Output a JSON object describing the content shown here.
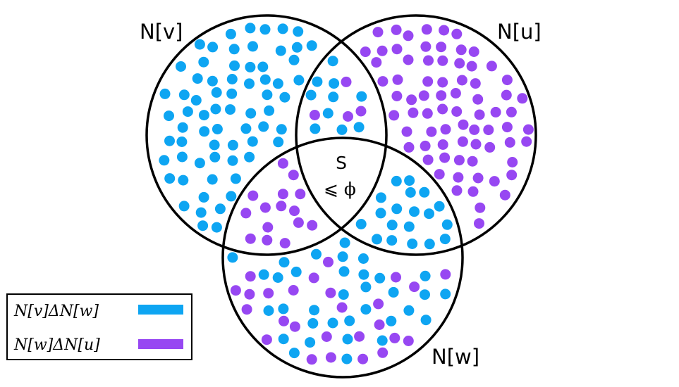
{
  "sets": [
    {
      "label": "N[v]"
    },
    {
      "label": "N[u]"
    },
    {
      "label": "N[w]"
    }
  ],
  "center": {
    "label": "S",
    "constraint": "⩽ ϕ"
  },
  "legend": [
    {
      "label": "N[v]ΔN[w]",
      "color": "#0ea5f2"
    },
    {
      "label": "N[w]ΔN[u]",
      "color": "#9747f2"
    }
  ],
  "colors": {
    "blue": "#0ea5f2",
    "purple": "#9747f2",
    "outline": "#000000"
  }
}
